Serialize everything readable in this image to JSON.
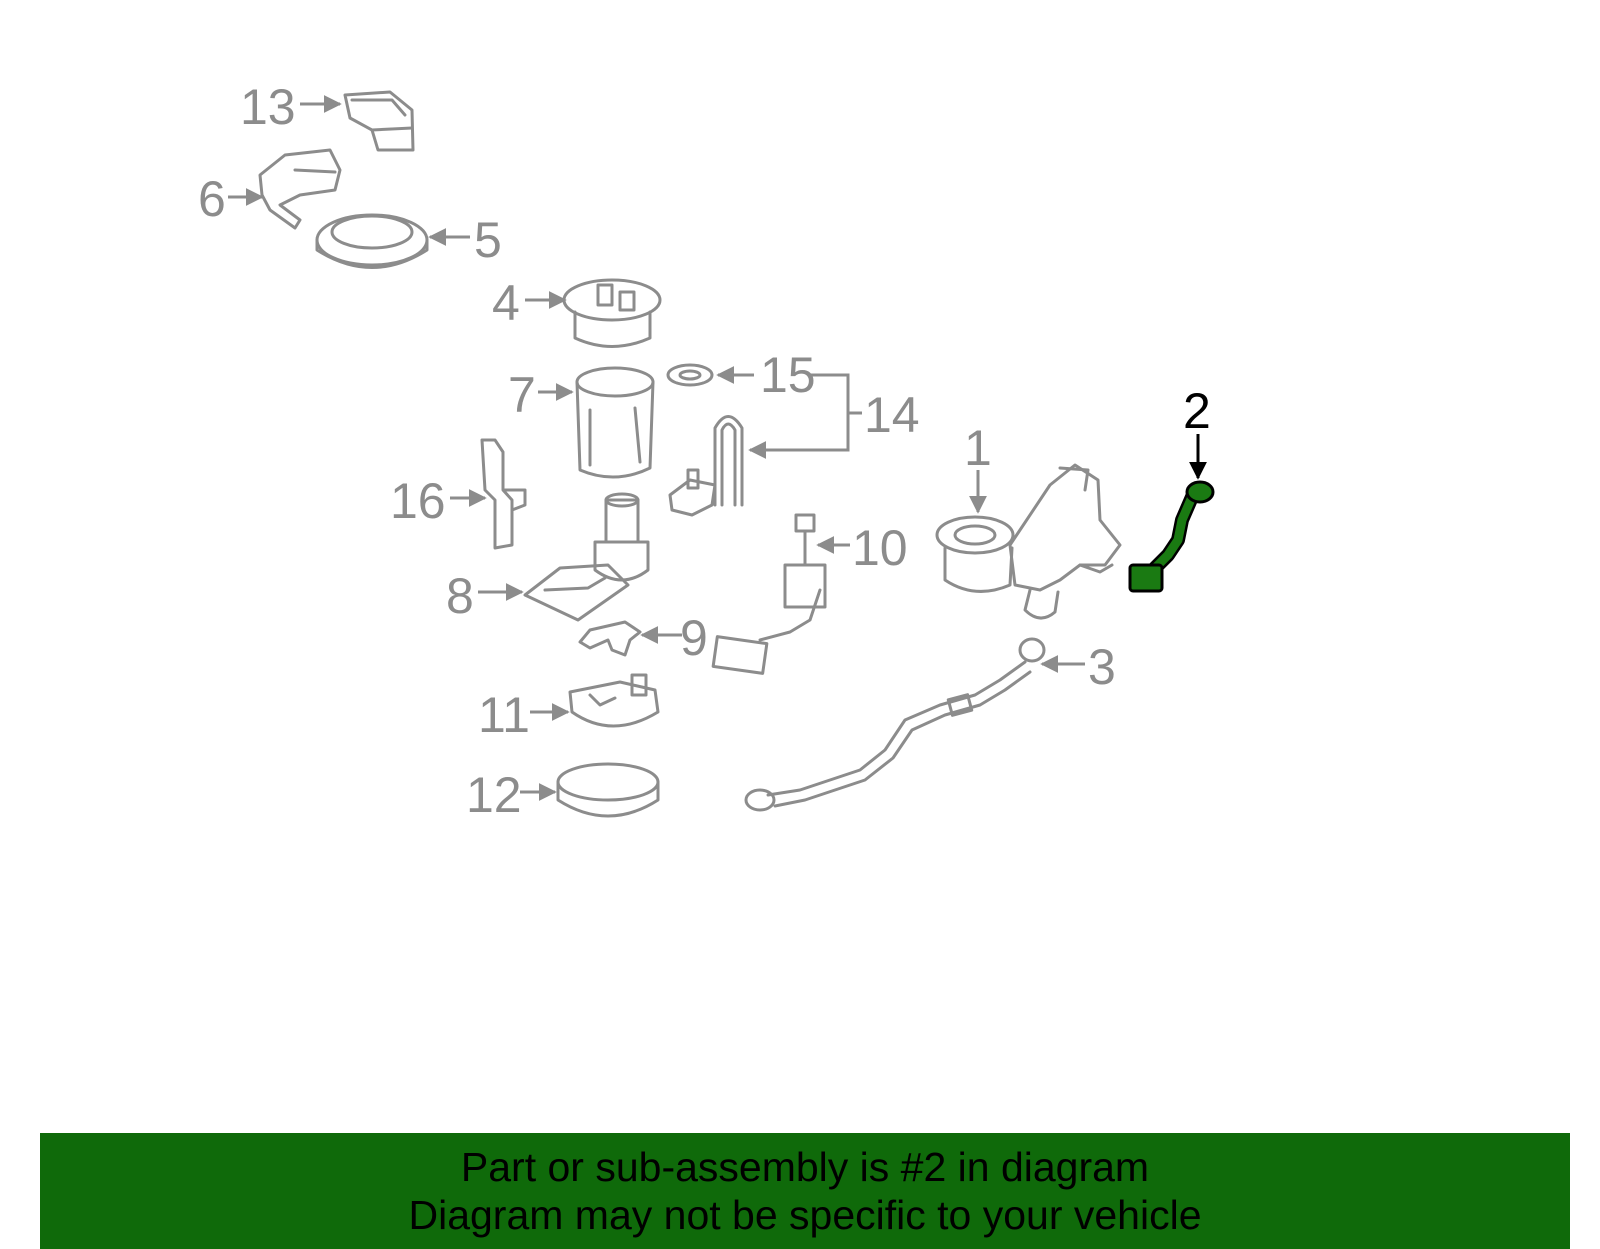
{
  "callouts": [
    "1",
    "2",
    "3",
    "4",
    "5",
    "6",
    "7",
    "8",
    "9",
    "10",
    "11",
    "12",
    "13",
    "14",
    "15",
    "16"
  ],
  "highlighted_part": "2",
  "colors": {
    "highlight": "#1a7a12",
    "banner": "#0f6a0a",
    "parts": "#8c8c8c"
  },
  "banner": {
    "line1": "Part or sub-assembly is #2 in diagram",
    "line2": "Diagram may not be specific to your vehicle"
  }
}
